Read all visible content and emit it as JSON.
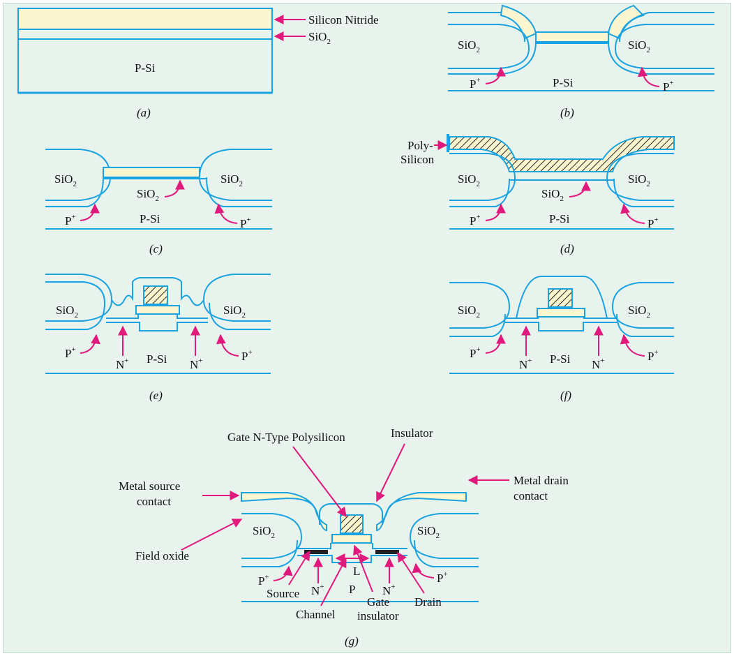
{
  "colors": {
    "background": "#e8f3ed",
    "outline": "#1aa3e0",
    "arrow": "#e0197c",
    "nitride": "#fbf6cf",
    "hatch": "#222222"
  },
  "captions": {
    "a": "(a)",
    "b": "(b)",
    "c": "(c)",
    "d": "(d)",
    "e": "(e)",
    "f": "(f)",
    "g": "(g)"
  },
  "labels": {
    "silicon_nitride": "Silicon Nitride",
    "sio2_main": "SiO",
    "sio2_sub": "2",
    "psi": "P-Si",
    "p": "P",
    "p_plus_main": "P",
    "n_plus_main": "N",
    "plus": "+",
    "poly_1": "Poly-",
    "poly_2": "Silicon",
    "gate_poly": "Gate N-Type Polysilicon",
    "insulator": "Insulator",
    "metal_source_1": "Metal source",
    "metal_source_2": "contact",
    "metal_drain_1": "Metal drain",
    "metal_drain_2": "contact",
    "field_oxide": "Field oxide",
    "length": "L",
    "source": "Source",
    "channel": "Channel",
    "gate_ins_1": "Gate",
    "gate_ins_2": "insulator",
    "drain": "Drain"
  }
}
